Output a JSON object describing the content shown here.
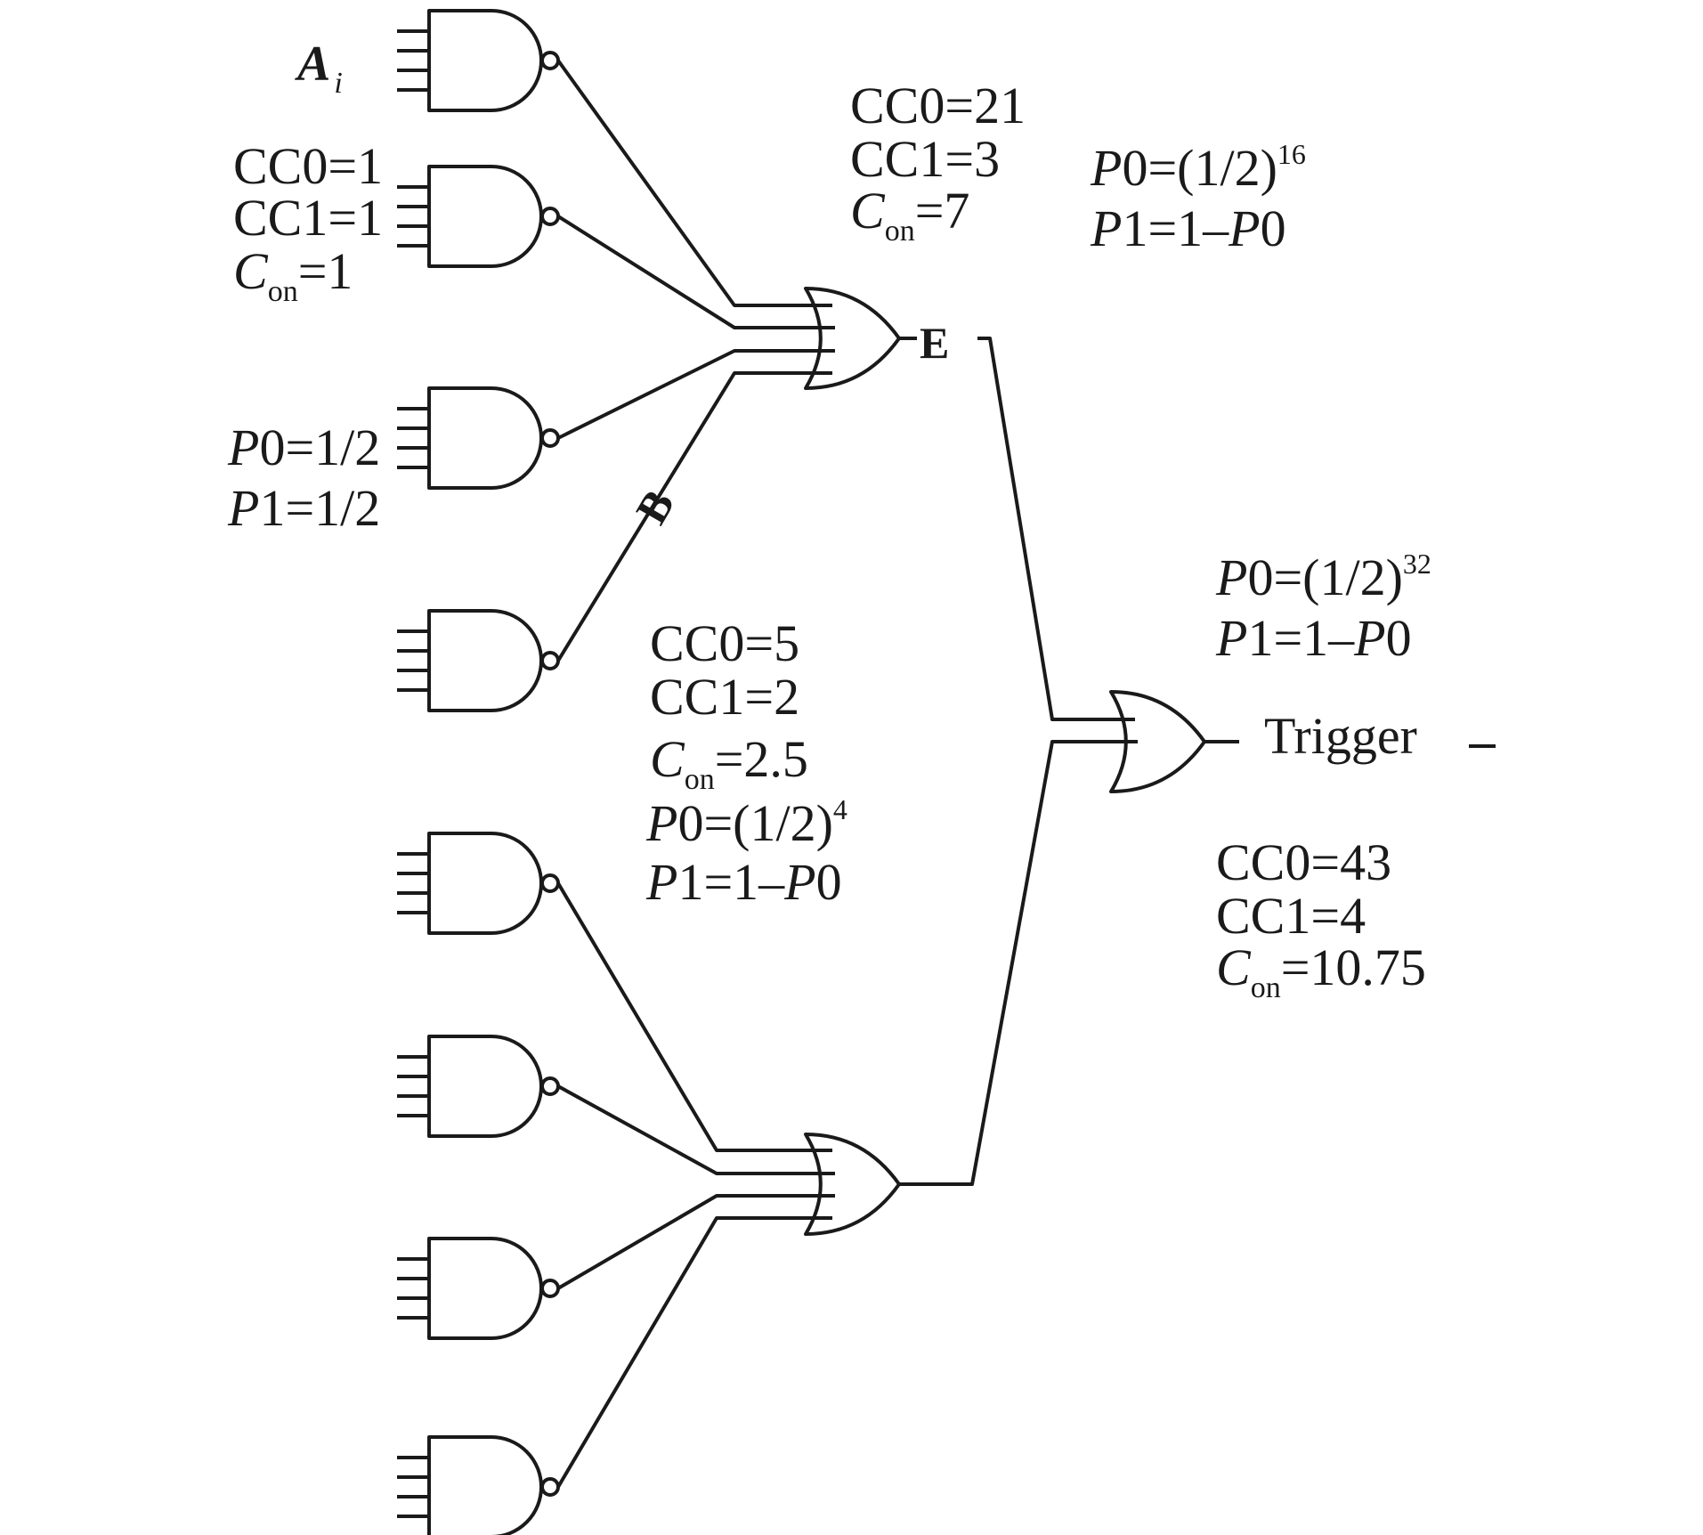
{
  "labels": {
    "node_a": "A",
    "node_a_sub": "i",
    "node_b": "B",
    "node_e": "E",
    "output": "Trigger"
  },
  "annotations": {
    "nand_inputs": {
      "cc0": "CC0=1",
      "cc1": "CC1=1",
      "con_prefix": "C",
      "con_sub": "on",
      "con_value": "=1",
      "p0_prefix": "P",
      "p0_value": "0=1/2",
      "p1_prefix": "P",
      "p1_value": "1=1/2"
    },
    "or_top": {
      "cc0": "CC0=21",
      "cc1": "CC1=3",
      "con_prefix": "C",
      "con_sub": "on",
      "con_value": "=7",
      "p0_prefix": "P",
      "p0_value": "0=(1/2)",
      "p0_exp": "16",
      "p1_prefix": "P",
      "p1_value": "1=1–",
      "p1_tail_italic": "P",
      "p1_tail": "0"
    },
    "or_bottom": {
      "cc0": "CC0=5",
      "cc1": "CC1=2",
      "con_prefix": "C",
      "con_sub": "on",
      "con_value": "=2.5",
      "p0_prefix": "P",
      "p0_value": "0=(1/2)",
      "p0_exp": "4",
      "p1_prefix": "P",
      "p1_value": "1=1–",
      "p1_tail_italic": "P",
      "p1_tail": "0"
    },
    "trigger": {
      "p0_prefix": "P",
      "p0_value": "0=(1/2)",
      "p0_exp": "32",
      "p1_prefix": "P",
      "p1_value": "1=1–",
      "p1_tail_italic": "P",
      "p1_tail": "0",
      "cc0": "CC0=43",
      "cc1": "CC1=4",
      "con_prefix": "C",
      "con_sub": "on",
      "con_value": "=10.75"
    }
  }
}
